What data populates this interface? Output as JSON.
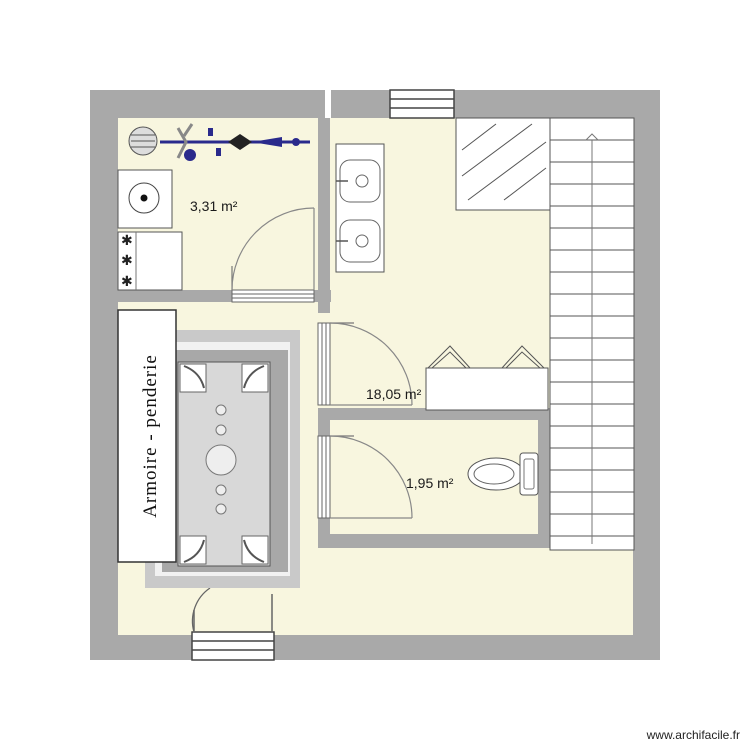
{
  "plan": {
    "rooms": [
      {
        "id": "utility",
        "area_label": "3,31 m²"
      },
      {
        "id": "main",
        "area_label": "18,05 m²"
      },
      {
        "id": "wc",
        "area_label": "1,95 m²"
      }
    ],
    "furniture": {
      "wardrobe_label": "Armoire - penderie"
    },
    "colors": {
      "wall": "#a9a9a9",
      "floor": "#f8f6df",
      "rug_outer": "#c9c9c9",
      "rug_inner": "#a8a8a8",
      "fixture": "#ffffff",
      "line": "#555555",
      "accent_blue": "#2a2a8c"
    }
  },
  "footer": {
    "watermark": "www.archifacile.fr"
  }
}
